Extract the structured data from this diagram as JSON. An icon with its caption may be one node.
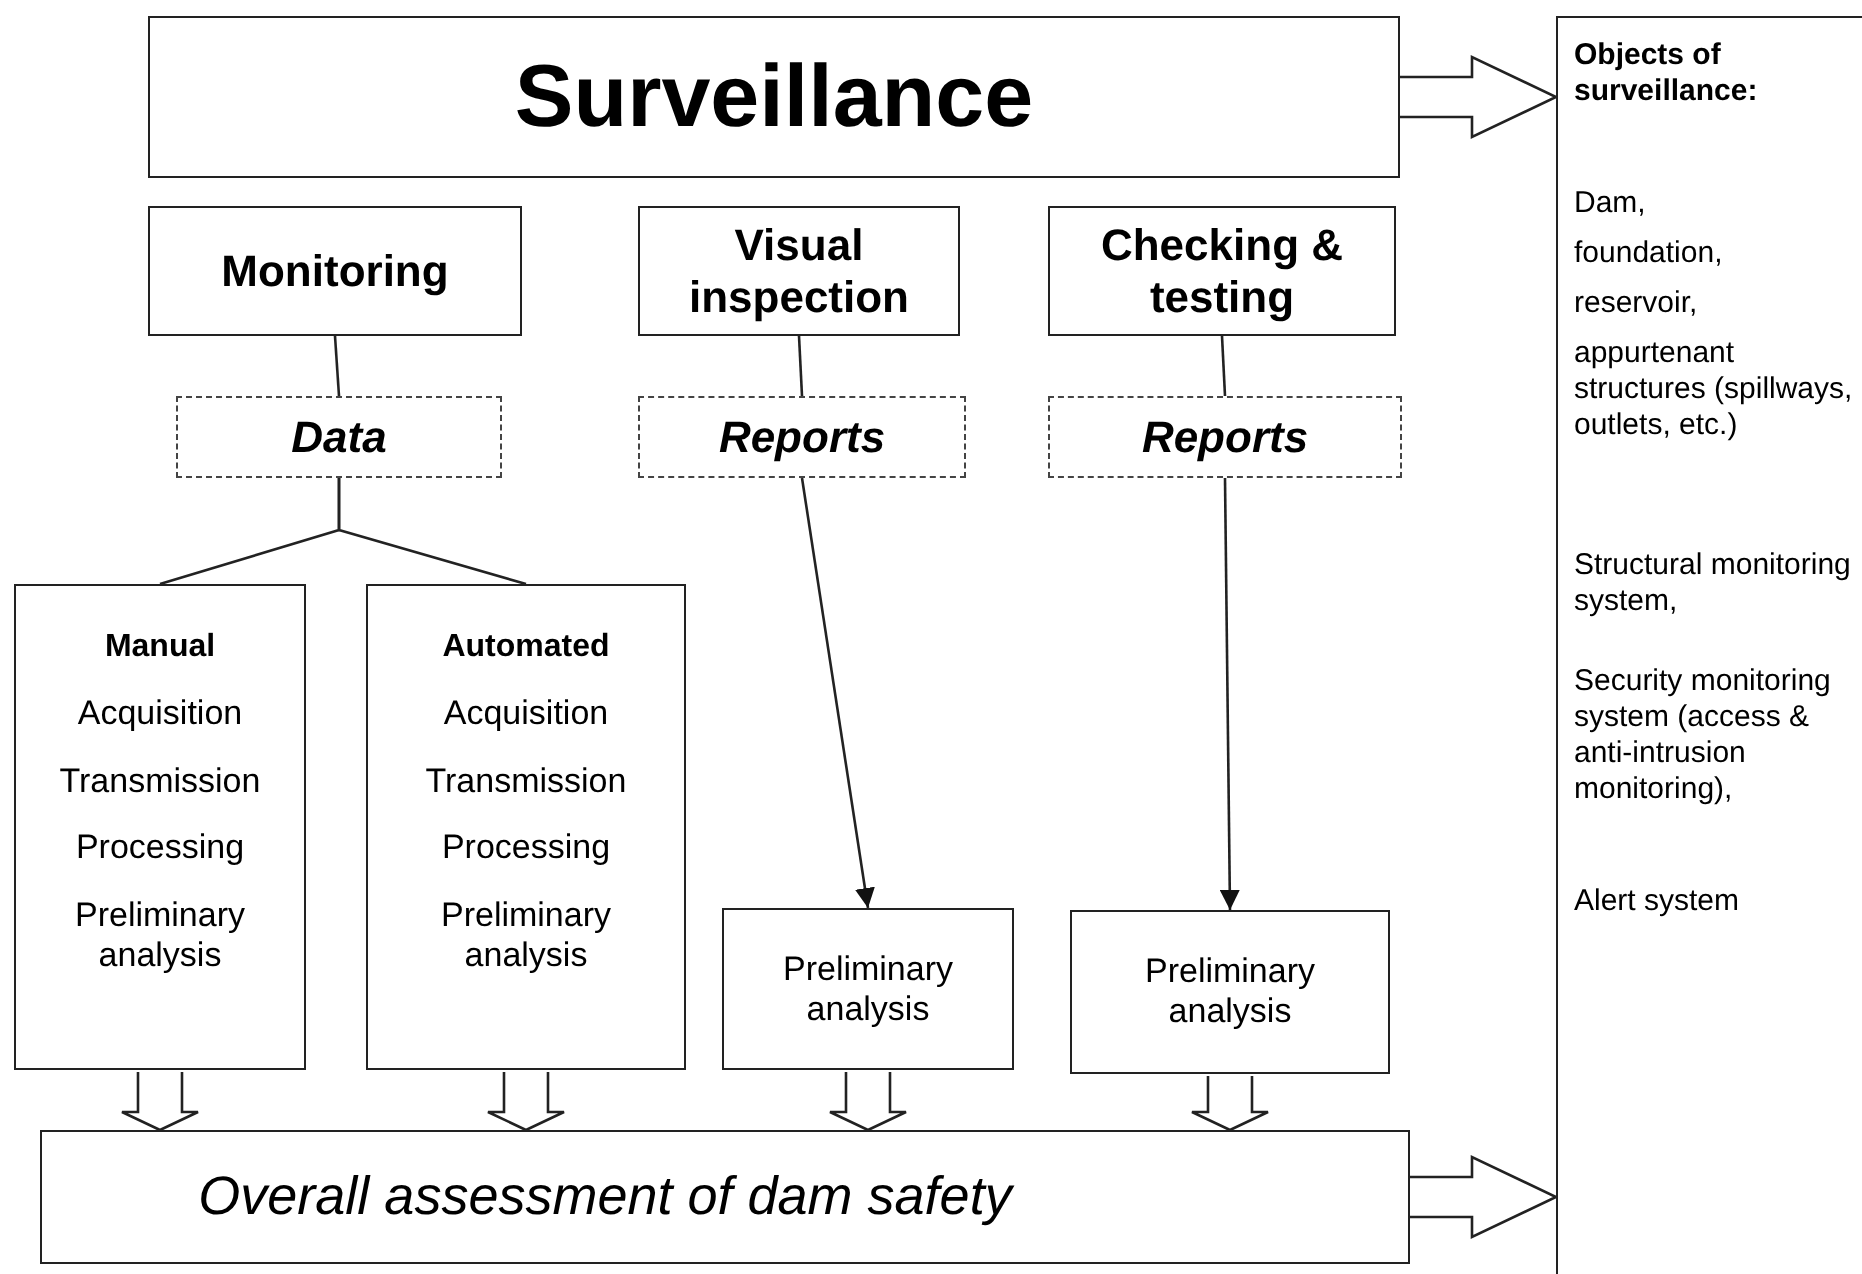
{
  "diagram": {
    "nodes": [
      {
        "text": [
          "Surveillance"
        ]
      },
      {
        "text": [
          "Monitoring"
        ]
      },
      {
        "text": [
          "Visual inspection"
        ]
      },
      {
        "text": [
          "Checking & testing"
        ]
      },
      {
        "text": [
          "Data"
        ]
      },
      {
        "text": [
          "Reports"
        ]
      },
      {
        "text": [
          "Reports"
        ]
      },
      {
        "text": [
          "Manual",
          "Acquisition",
          "Transmission",
          "Processing",
          "Preliminary analysis"
        ]
      },
      {
        "text": [
          "Automated",
          "Acquisition",
          "Transmission",
          "Processing",
          "Preliminary analysis"
        ]
      },
      {
        "text": [
          "Preliminary analysis"
        ]
      },
      {
        "text": [
          "Preliminary analysis"
        ]
      },
      {
        "text": [
          "Overall assessment of dam safety"
        ]
      },
      {
        "text": [
          "Objects of surveillance:",
          "Dam,",
          "foundation,",
          "reservoir,",
          "appurtenant structures (spillways, outlets, etc.)",
          "Structural monitoring system,",
          "Security monitoring system (access & anti-intrusion monitoring),",
          "Alert system"
        ]
      }
    ],
    "edges": [
      {
        "from": 1,
        "to": 4,
        "arrow": "none"
      },
      {
        "from": 2,
        "to": 5,
        "arrow": "none"
      },
      {
        "from": 3,
        "to": 6,
        "arrow": "none"
      },
      {
        "from": 4,
        "to": 7,
        "arrow": "none"
      },
      {
        "from": 4,
        "to": 8,
        "arrow": "none"
      },
      {
        "from": 5,
        "to": 9,
        "arrow": "to"
      },
      {
        "from": 6,
        "to": 10,
        "arrow": "to"
      },
      {
        "from": 7,
        "to": 11,
        "arrow": "to",
        "style": "thick"
      },
      {
        "from": 8,
        "to": 11,
        "arrow": "to",
        "style": "thick"
      },
      {
        "from": 9,
        "to": 11,
        "arrow": "to",
        "style": "thick"
      },
      {
        "from": 10,
        "to": 11,
        "arrow": "to",
        "style": "thick"
      },
      {
        "from": 0,
        "to": 12,
        "arrow": "to",
        "style": "thick"
      },
      {
        "from": 11,
        "to": 12,
        "arrow": "to",
        "style": "thick"
      }
    ]
  }
}
